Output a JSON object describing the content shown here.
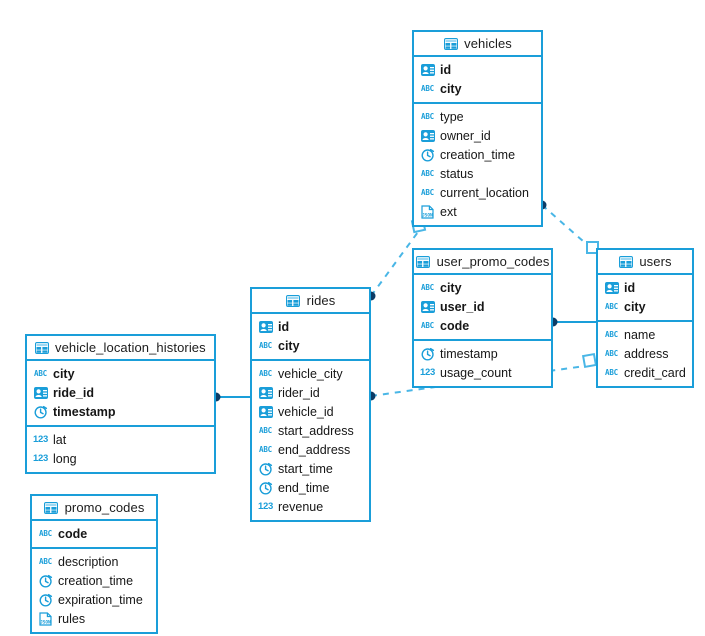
{
  "diagram": {
    "kind": "entity-relationship-diagram",
    "accent_color": "#1a9ed9",
    "background_color": "#ffffff",
    "text_color": "#161616"
  },
  "tables": {
    "vehicles": {
      "title": "vehicles",
      "keys": [
        {
          "name": "id",
          "icon": "id-card-icon"
        },
        {
          "name": "city",
          "icon": "abc-icon"
        }
      ],
      "fields": [
        {
          "name": "type",
          "icon": "abc-icon"
        },
        {
          "name": "owner_id",
          "icon": "id-card-icon"
        },
        {
          "name": "creation_time",
          "icon": "clock-icon"
        },
        {
          "name": "status",
          "icon": "abc-icon"
        },
        {
          "name": "current_location",
          "icon": "abc-icon"
        },
        {
          "name": "ext",
          "icon": "json-icon"
        }
      ]
    },
    "user_promo_codes": {
      "title": "user_promo_codes",
      "keys": [
        {
          "name": "city",
          "icon": "abc-icon"
        },
        {
          "name": "user_id",
          "icon": "id-card-icon"
        },
        {
          "name": "code",
          "icon": "abc-icon"
        }
      ],
      "fields": [
        {
          "name": "timestamp",
          "icon": "clock-icon"
        },
        {
          "name": "usage_count",
          "icon": "number-icon"
        }
      ]
    },
    "users": {
      "title": "users",
      "keys": [
        {
          "name": "id",
          "icon": "id-card-icon"
        },
        {
          "name": "city",
          "icon": "abc-icon"
        }
      ],
      "fields": [
        {
          "name": "name",
          "icon": "abc-icon"
        },
        {
          "name": "address",
          "icon": "abc-icon"
        },
        {
          "name": "credit_card",
          "icon": "abc-icon"
        }
      ]
    },
    "rides": {
      "title": "rides",
      "keys": [
        {
          "name": "id",
          "icon": "id-card-icon"
        },
        {
          "name": "city",
          "icon": "abc-icon"
        }
      ],
      "fields": [
        {
          "name": "vehicle_city",
          "icon": "abc-icon"
        },
        {
          "name": "rider_id",
          "icon": "id-card-icon"
        },
        {
          "name": "vehicle_id",
          "icon": "id-card-icon"
        },
        {
          "name": "start_address",
          "icon": "abc-icon"
        },
        {
          "name": "end_address",
          "icon": "abc-icon"
        },
        {
          "name": "start_time",
          "icon": "clock-icon"
        },
        {
          "name": "end_time",
          "icon": "clock-icon"
        },
        {
          "name": "revenue",
          "icon": "number-icon"
        }
      ]
    },
    "vehicle_location_histories": {
      "title": "vehicle_location_histories",
      "keys": [
        {
          "name": "city",
          "icon": "abc-icon"
        },
        {
          "name": "ride_id",
          "icon": "id-card-icon"
        },
        {
          "name": "timestamp",
          "icon": "clock-icon"
        }
      ],
      "fields": [
        {
          "name": "lat",
          "icon": "number-icon"
        },
        {
          "name": "long",
          "icon": "number-icon"
        }
      ]
    },
    "promo_codes": {
      "title": "promo_codes",
      "keys": [
        {
          "name": "code",
          "icon": "abc-icon"
        }
      ],
      "fields": [
        {
          "name": "description",
          "icon": "abc-icon"
        },
        {
          "name": "creation_time",
          "icon": "clock-icon"
        },
        {
          "name": "expiration_time",
          "icon": "clock-icon"
        },
        {
          "name": "rules",
          "icon": "json-icon"
        }
      ]
    }
  },
  "relationships": [
    {
      "name": "vehicle-location-histories-to-rides",
      "from": "vehicle_location_histories",
      "to": "rides",
      "style": "solid"
    },
    {
      "name": "rides-to-vehicles",
      "from": "rides",
      "to": "vehicles",
      "style": "dashed"
    },
    {
      "name": "rides-to-users",
      "from": "rides",
      "to": "users",
      "style": "dashed"
    },
    {
      "name": "vehicles-to-users",
      "from": "vehicles",
      "to": "users",
      "style": "dashed"
    },
    {
      "name": "user-promo-codes-to-users",
      "from": "user_promo_codes",
      "to": "users",
      "style": "solid"
    }
  ]
}
